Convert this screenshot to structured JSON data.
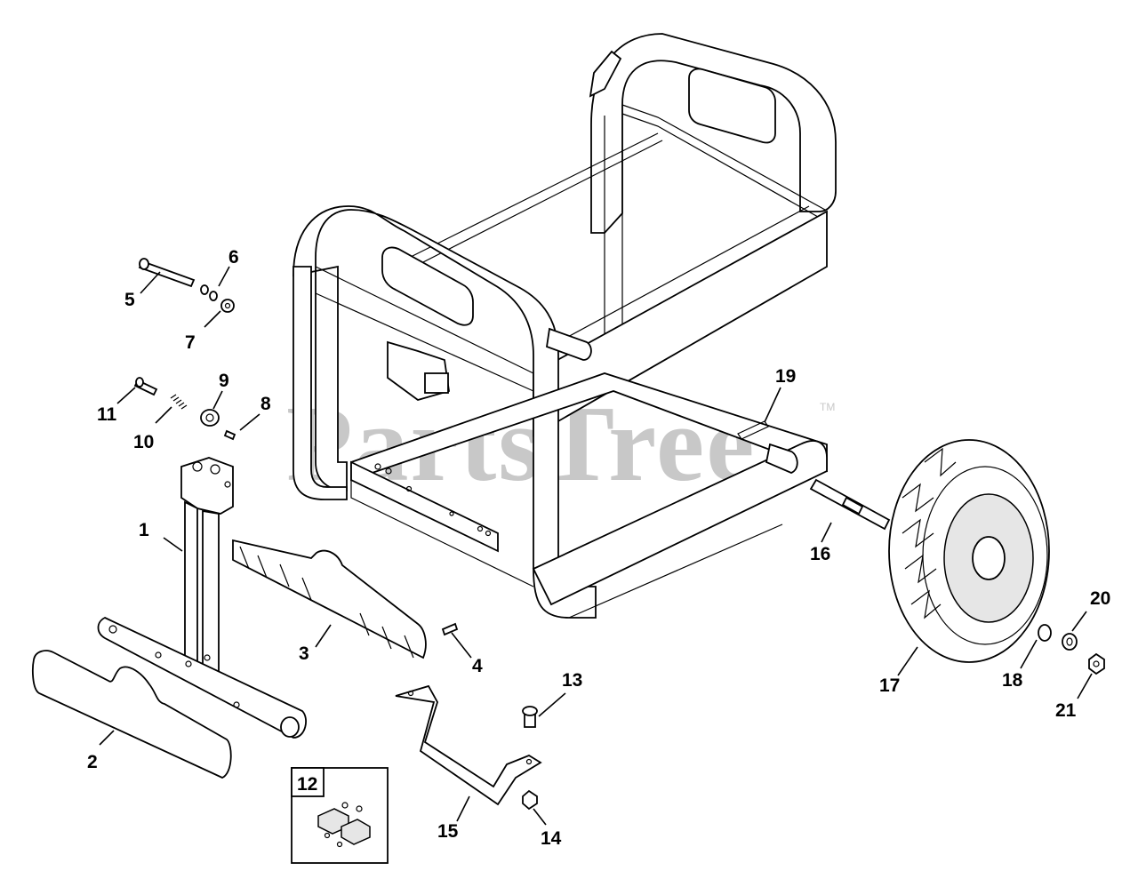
{
  "watermark": {
    "text": "PartsTree",
    "trademark": "TM"
  },
  "callouts": [
    {
      "id": "1",
      "label": "1"
    },
    {
      "id": "2",
      "label": "2"
    },
    {
      "id": "3",
      "label": "3"
    },
    {
      "id": "4",
      "label": "4"
    },
    {
      "id": "5",
      "label": "5"
    },
    {
      "id": "6",
      "label": "6"
    },
    {
      "id": "7",
      "label": "7"
    },
    {
      "id": "8",
      "label": "8"
    },
    {
      "id": "9",
      "label": "9"
    },
    {
      "id": "10",
      "label": "10"
    },
    {
      "id": "11",
      "label": "11"
    },
    {
      "id": "12",
      "label": "12"
    },
    {
      "id": "13",
      "label": "13"
    },
    {
      "id": "14",
      "label": "14"
    },
    {
      "id": "15",
      "label": "15"
    },
    {
      "id": "16",
      "label": "16"
    },
    {
      "id": "17",
      "label": "17"
    },
    {
      "id": "18",
      "label": "18"
    },
    {
      "id": "19",
      "label": "19"
    },
    {
      "id": "20",
      "label": "20"
    },
    {
      "id": "21",
      "label": "21"
    }
  ]
}
